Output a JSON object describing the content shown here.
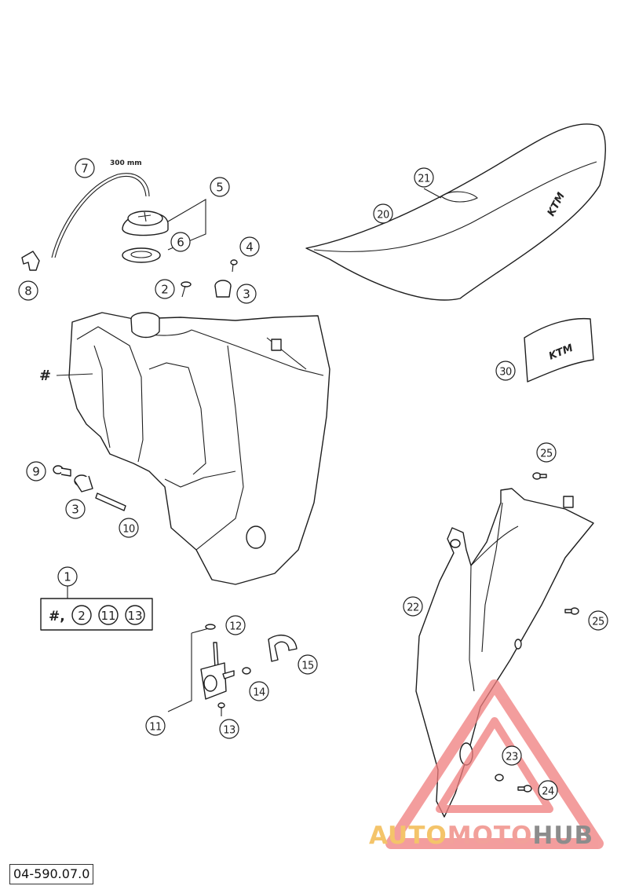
{
  "callouts": [
    {
      "id": "c1",
      "text": "1"
    },
    {
      "id": "c2a",
      "text": "2"
    },
    {
      "id": "c3a",
      "text": "3"
    },
    {
      "id": "c3b",
      "text": "3"
    },
    {
      "id": "c4",
      "text": "4"
    },
    {
      "id": "c5",
      "text": "5"
    },
    {
      "id": "c6",
      "text": "6"
    },
    {
      "id": "c7",
      "text": "7"
    },
    {
      "id": "c8",
      "text": "8"
    },
    {
      "id": "c9",
      "text": "9"
    },
    {
      "id": "c10",
      "text": "10"
    },
    {
      "id": "c11",
      "text": "11"
    },
    {
      "id": "c12",
      "text": "12"
    },
    {
      "id": "c13",
      "text": "13"
    },
    {
      "id": "c14",
      "text": "14"
    },
    {
      "id": "c15",
      "text": "15"
    },
    {
      "id": "c20",
      "text": "20"
    },
    {
      "id": "c21",
      "text": "21"
    },
    {
      "id": "c22",
      "text": "22"
    },
    {
      "id": "c23",
      "text": "23"
    },
    {
      "id": "c24",
      "text": "24"
    },
    {
      "id": "c25a",
      "text": "25"
    },
    {
      "id": "c25b",
      "text": "25"
    },
    {
      "id": "c30",
      "text": "30"
    }
  ],
  "kit_box": {
    "hash": "#,",
    "items": [
      "2",
      "11",
      "13"
    ]
  },
  "hash_label": "#",
  "hose_length": "300 mm",
  "brand_mark": "KTM",
  "document_code": "04-590.07.0",
  "watermark": {
    "part1": "AUTO",
    "part2": "MOTO",
    "part3": "HUB"
  },
  "colors": {
    "line": "#1e1e1e",
    "watermark_yellow": "#f4c46a",
    "watermark_red": "#f2a09a",
    "watermark_gray": "#8c8c8c"
  }
}
